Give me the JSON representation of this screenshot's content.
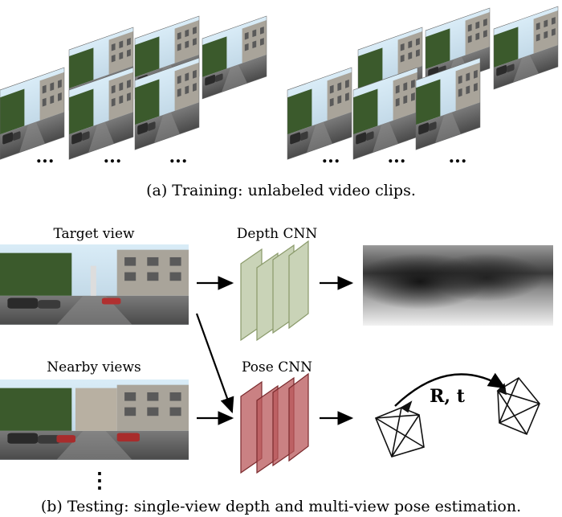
{
  "panel_a": {
    "caption": "(a) Training: unlabeled video clips.",
    "ellipsis": "..."
  },
  "panel_b": {
    "caption": "(b) Testing: single-view depth and multi-view pose estimation.",
    "target_view_label": "Target view",
    "nearby_views_label": "Nearby views",
    "depth_cnn_label": "Depth CNN",
    "pose_cnn_label": "Pose CNN",
    "pose_output_label": "R, t",
    "vertical_ellipsis": "⋮"
  },
  "colors": {
    "depth_cnn": "#c9d3b7",
    "depth_cnn_edge": "#8a9a6a",
    "pose_cnn": "#b8575a",
    "pose_cnn_edge": "#7a2a2d",
    "sky": "#cfe3f0",
    "road": "#6c6c6c",
    "foliage": "#3b5a2c"
  }
}
